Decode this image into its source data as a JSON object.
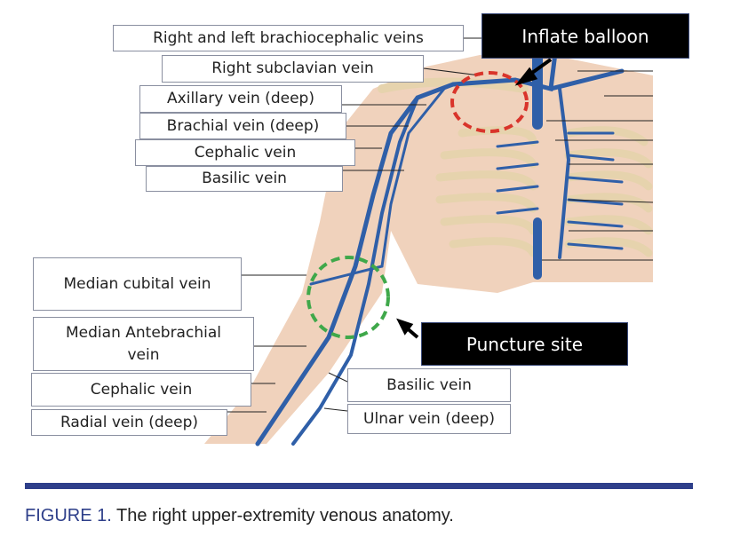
{
  "labels": {
    "brachiocephalic": "Right and left brachiocephalic veins",
    "subclavian": "Right subclavian vein",
    "axillary": "Axillary vein (deep)",
    "brachial": "Brachial vein (deep)",
    "cephalic_upper": "Cephalic vein",
    "basilic_upper": "Basilic vein",
    "median_cubital": "Median cubital vein",
    "median_antebrachial": "Median Antebrachial vein",
    "cephalic_lower": "Cephalic vein",
    "radial": "Radial vein (deep)",
    "basilic_lower": "Basilic vein",
    "ulnar": "Ulnar vein (deep)"
  },
  "callouts": {
    "inflate": "Inflate balloon",
    "puncture": "Puncture site"
  },
  "caption": {
    "figure": "FIGURE 1.",
    "text": " The right upper-extremity venous anatomy."
  },
  "colors": {
    "vein": "#2f5fa8",
    "skin": "#f0d2bc",
    "bone": "#ead9b4",
    "balloon_circle": "#d9342b",
    "puncture_circle": "#3fa84a",
    "accent": "#2e3f8a"
  }
}
